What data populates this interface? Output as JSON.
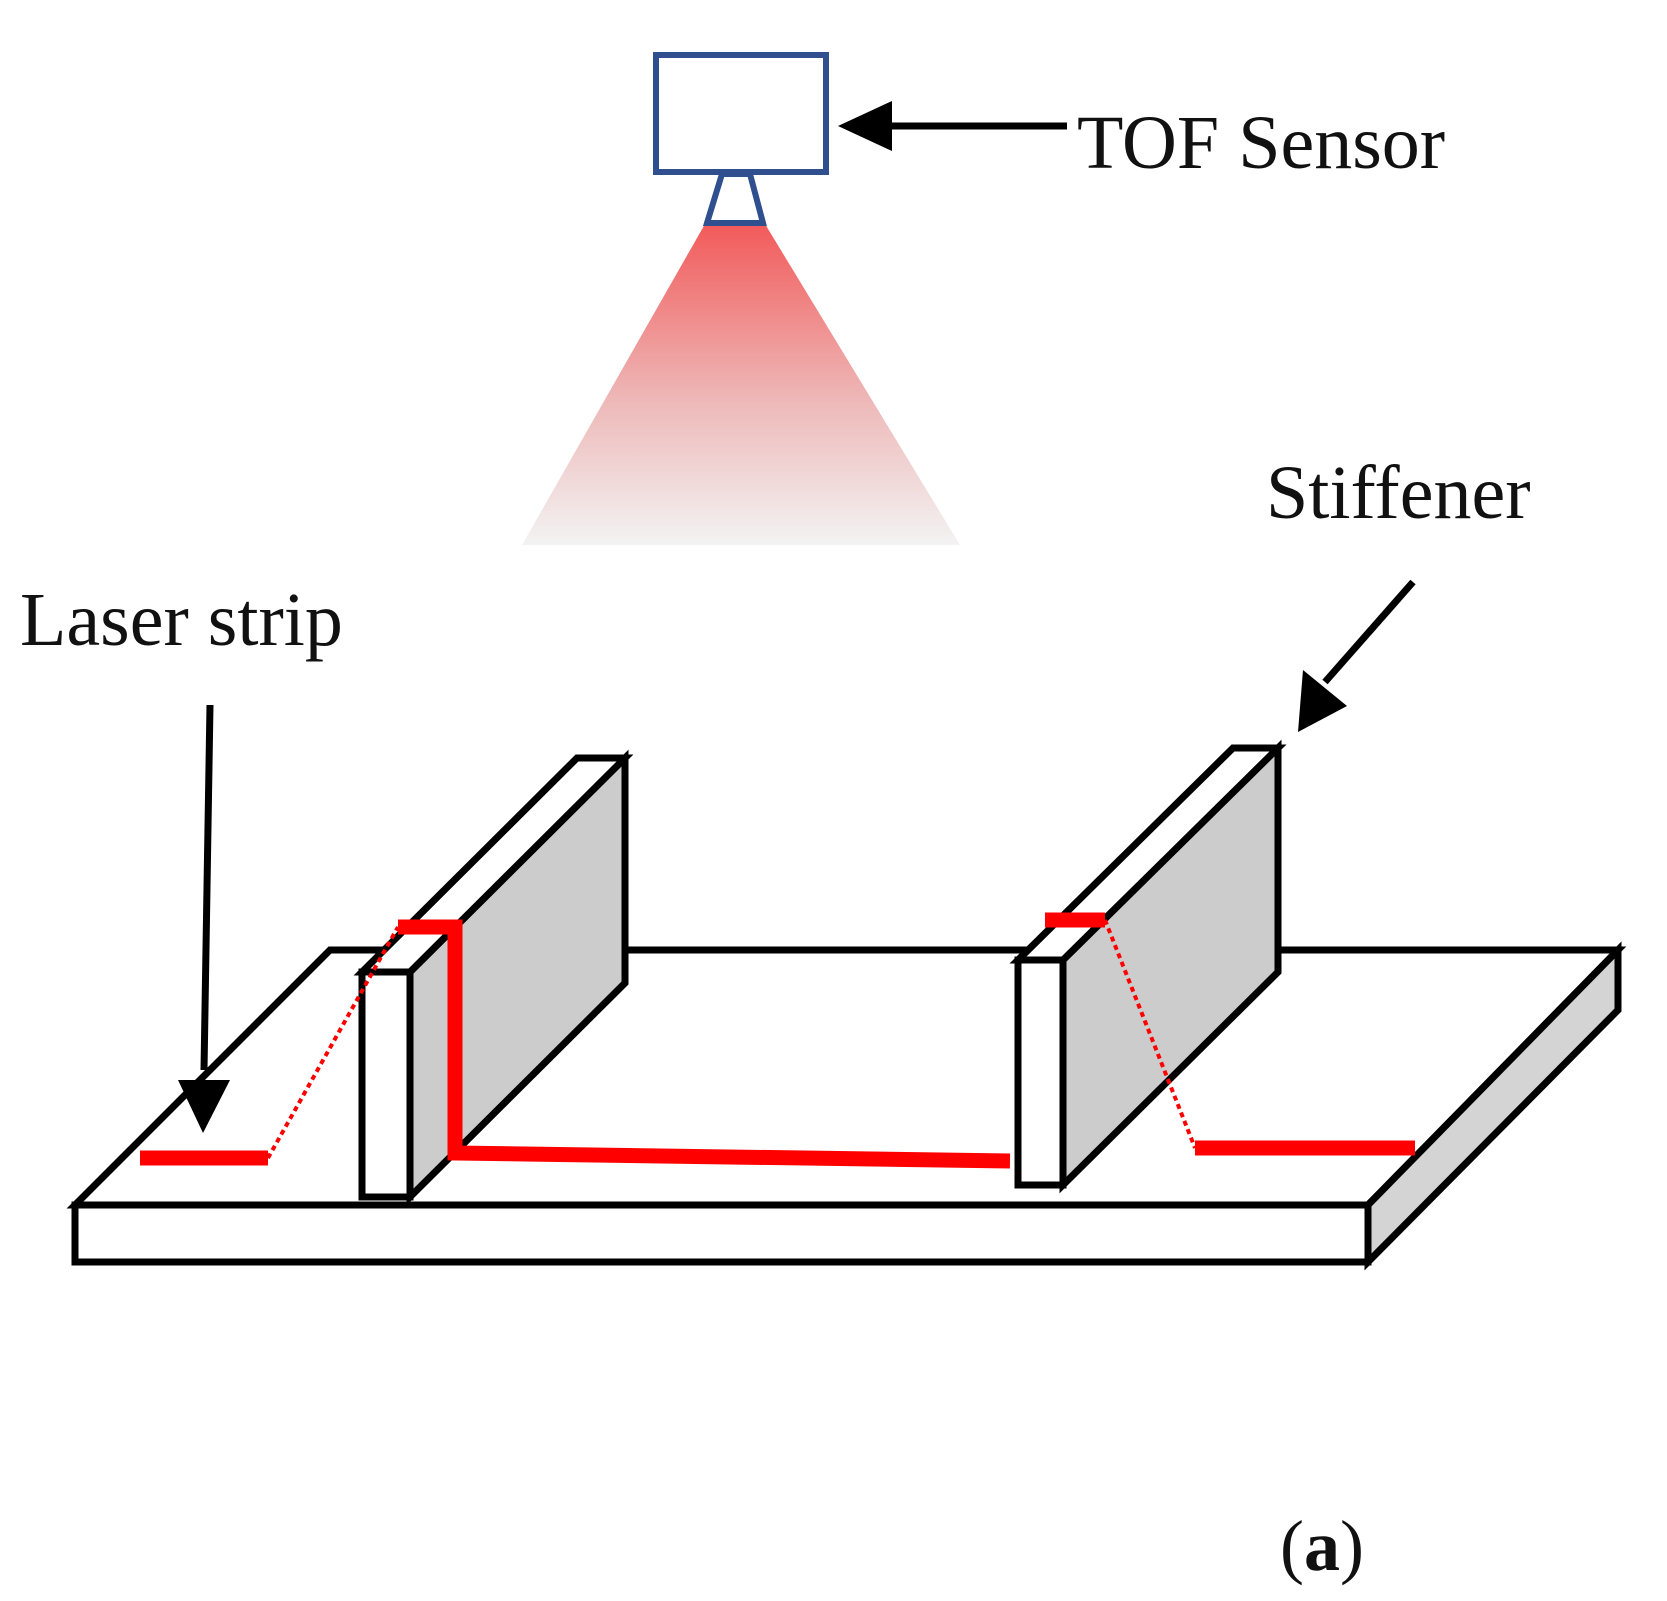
{
  "labels": {
    "tof_sensor": "TOF Sensor",
    "stiffener": "Stiffener",
    "laser_strip": "Laser strip",
    "panel_open": "(",
    "panel_letter": "a",
    "panel_close": ")"
  },
  "colors": {
    "sensor_outline": "#2f4f8f",
    "laser": "#ff0000",
    "beam_top": "#f25a5a",
    "stiffener_face": "#cccccc",
    "plate_side": "#d4d4d4",
    "outline": "#000000"
  }
}
